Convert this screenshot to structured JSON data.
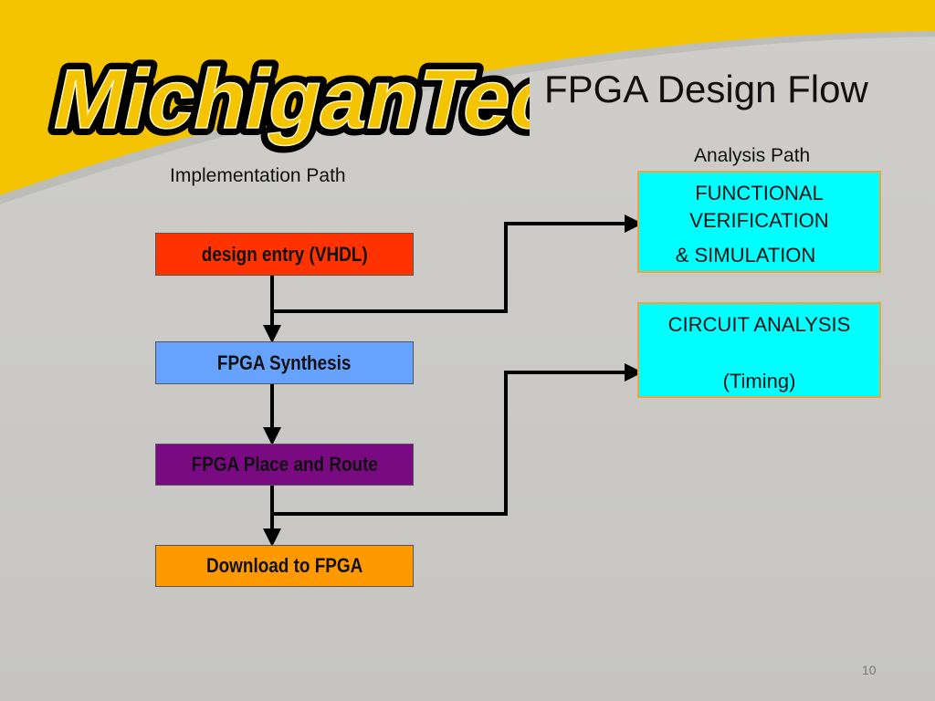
{
  "slide": {
    "logo_text": "MichiganTech",
    "title": "FPGA Design Flow",
    "page_number": "10"
  },
  "implementation": {
    "label": "Implementation Path",
    "steps": [
      {
        "label": "design entry (VHDL)",
        "fill": "#ff3300",
        "text_color": "#111111"
      },
      {
        "label": "FPGA Synthesis",
        "fill": "#66a3ff",
        "text_color": "#111111"
      },
      {
        "label": "FPGA Place and Route",
        "fill": "#7a0a82",
        "text_color": "#111111"
      },
      {
        "label": "Download to FPGA",
        "fill": "#ff9900",
        "text_color": "#111111"
      }
    ]
  },
  "analysis": {
    "label": "Analysis Path",
    "functional": {
      "line1": "FUNCTIONAL",
      "line2": "VERIFICATION",
      "line3": "& SIMULATION"
    },
    "circuit": {
      "line1": "CIRCUIT ANALYSIS",
      "line2": "(Timing)"
    },
    "box_fill": "#00ffff",
    "box_border": "#f2a23a"
  },
  "colors": {
    "banner": "#f5c400",
    "background": "#c9c8c4"
  }
}
